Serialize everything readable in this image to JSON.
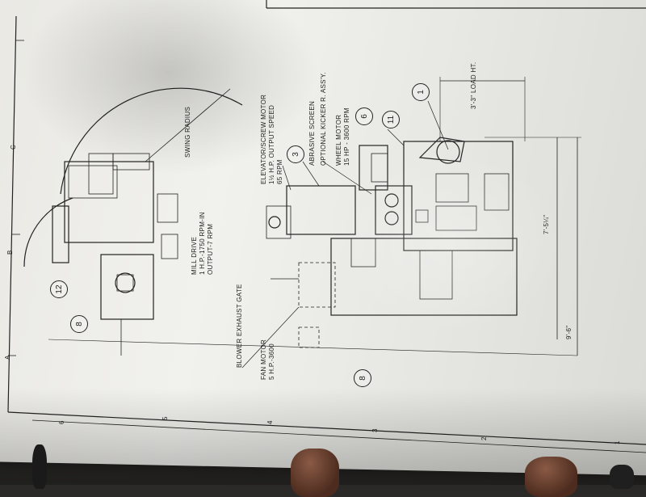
{
  "drawing": {
    "balloons": [
      "1",
      "3",
      "6",
      "11",
      "12",
      "8",
      "8"
    ],
    "labels": {
      "elevator_motor": "ELEVATOR/SCREW MOTOR",
      "elevator_hp": "1½ H.P. OUTPUT SPEED",
      "elevator_rpm": "65 RPM",
      "abrasive_screen": "ABRASIVE SCREEN",
      "kicker": "OPTIONAL KICKER R. ASS'Y.",
      "wheel_motor": "WHEEL MOTOR",
      "wheel_hp": "15 HP - 3600 RPM",
      "swing_radius": "SWING RADIUS",
      "mill_drive": "MILL DRIVE",
      "mill_hp": "1 H.P.-1750 RPM-IN",
      "mill_output": "OUTPUT-7 RPM",
      "blower_gate": "BLOWER EXHAUST GATE",
      "fan_motor": "FAN MOTOR",
      "fan_hp": "5 H.P.-3600",
      "load_ht": "3'-3\" LOAD HT.",
      "dim_height": "7'-5¼\"",
      "dim_length": "9'-6\""
    },
    "grid_letters": [
      "C",
      "B",
      "A"
    ],
    "grid_numbers": [
      "6",
      "5",
      "4",
      "3",
      "2",
      "1"
    ]
  }
}
